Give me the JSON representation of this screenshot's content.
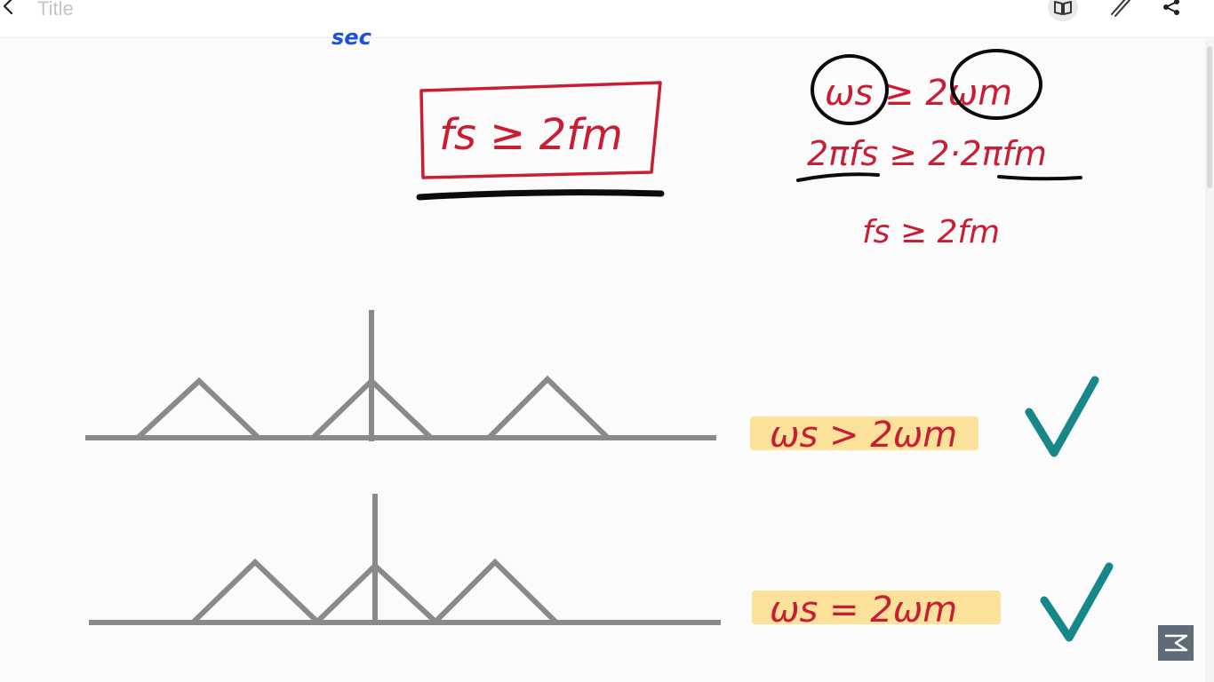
{
  "header": {
    "title_placeholder": "Title",
    "icons": [
      "back-icon",
      "book-icon",
      "pencil-icon",
      "share-icon"
    ]
  },
  "note": {
    "partial_text": "sec",
    "boxed_formula": "fs ≥ 2fm",
    "derivation": {
      "line1": "ωs ≥ 2ωm",
      "line2": "2πfs ≥ 2·2πfm",
      "line3": "fs ≥ 2fm"
    },
    "condition_above": "ωs > 2ωm",
    "condition_equal": "ωs = 2ωm"
  },
  "colors": {
    "ink_red": "#c81d33",
    "ink_blue": "#1d4fe0",
    "ink_black": "#0b0b0b",
    "ink_gray": "#8a8a8a",
    "highlight": "#fbe19a",
    "check_teal": "#17878a"
  },
  "watermark": {
    "icon": "logo-icon"
  }
}
